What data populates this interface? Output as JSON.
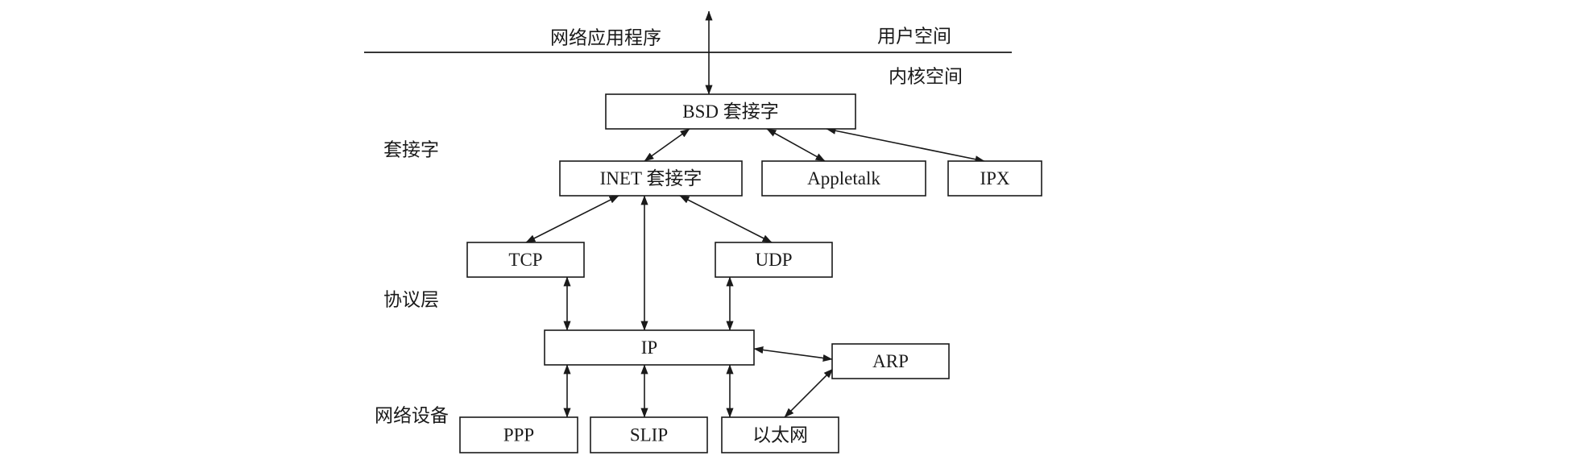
{
  "space_labels": {
    "app": "网络应用程序",
    "user": "用户空间",
    "kernel": "内核空间"
  },
  "layer_labels": {
    "socket": "套接字",
    "protocol": "协议层",
    "device": "网络设备"
  },
  "boxes": {
    "bsd": "BSD 套接字",
    "inet": "INET 套接字",
    "appletalk": "Appletalk",
    "ipx": "IPX",
    "tcp": "TCP",
    "udp": "UDP",
    "ip": "IP",
    "arp": "ARP",
    "ppp": "PPP",
    "slip": "SLIP",
    "ethernet": "以太网"
  },
  "connections": [
    {
      "from": "app",
      "to": "bsd"
    },
    {
      "from": "bsd",
      "to": "inet"
    },
    {
      "from": "bsd",
      "to": "appletalk"
    },
    {
      "from": "bsd",
      "to": "ipx"
    },
    {
      "from": "inet",
      "to": "tcp"
    },
    {
      "from": "inet",
      "to": "ip"
    },
    {
      "from": "inet",
      "to": "udp"
    },
    {
      "from": "tcp",
      "to": "ip"
    },
    {
      "from": "udp",
      "to": "ip"
    },
    {
      "from": "ip",
      "to": "arp"
    },
    {
      "from": "ip",
      "to": "ppp"
    },
    {
      "from": "ip",
      "to": "slip"
    },
    {
      "from": "ip",
      "to": "ethernet"
    },
    {
      "from": "arp",
      "to": "ethernet"
    }
  ]
}
